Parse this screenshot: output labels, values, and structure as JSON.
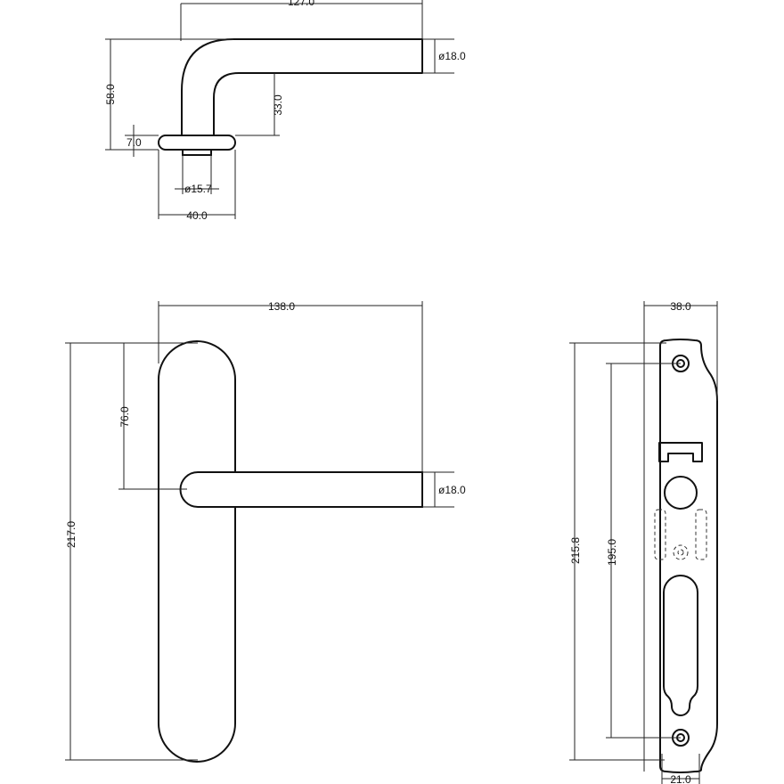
{
  "dimensions": {
    "lever_length": "127.0",
    "rose_bar_diameter": "ø18.0",
    "lever_height": "58.0",
    "lever_rise": "33.0",
    "rose_thickness": "7.0",
    "spindle_diameter": "ø15.7",
    "rose_diameter": "40.0",
    "front_lever_length": "138.0",
    "front_bar_diameter": "ø18.0",
    "lever_center_offset": "76.0",
    "plate_height": "217.0",
    "back_plate_width": "38.0",
    "back_plate_height": "215.8",
    "fixing_centres": "195.0",
    "bottom_width": "21.0"
  }
}
